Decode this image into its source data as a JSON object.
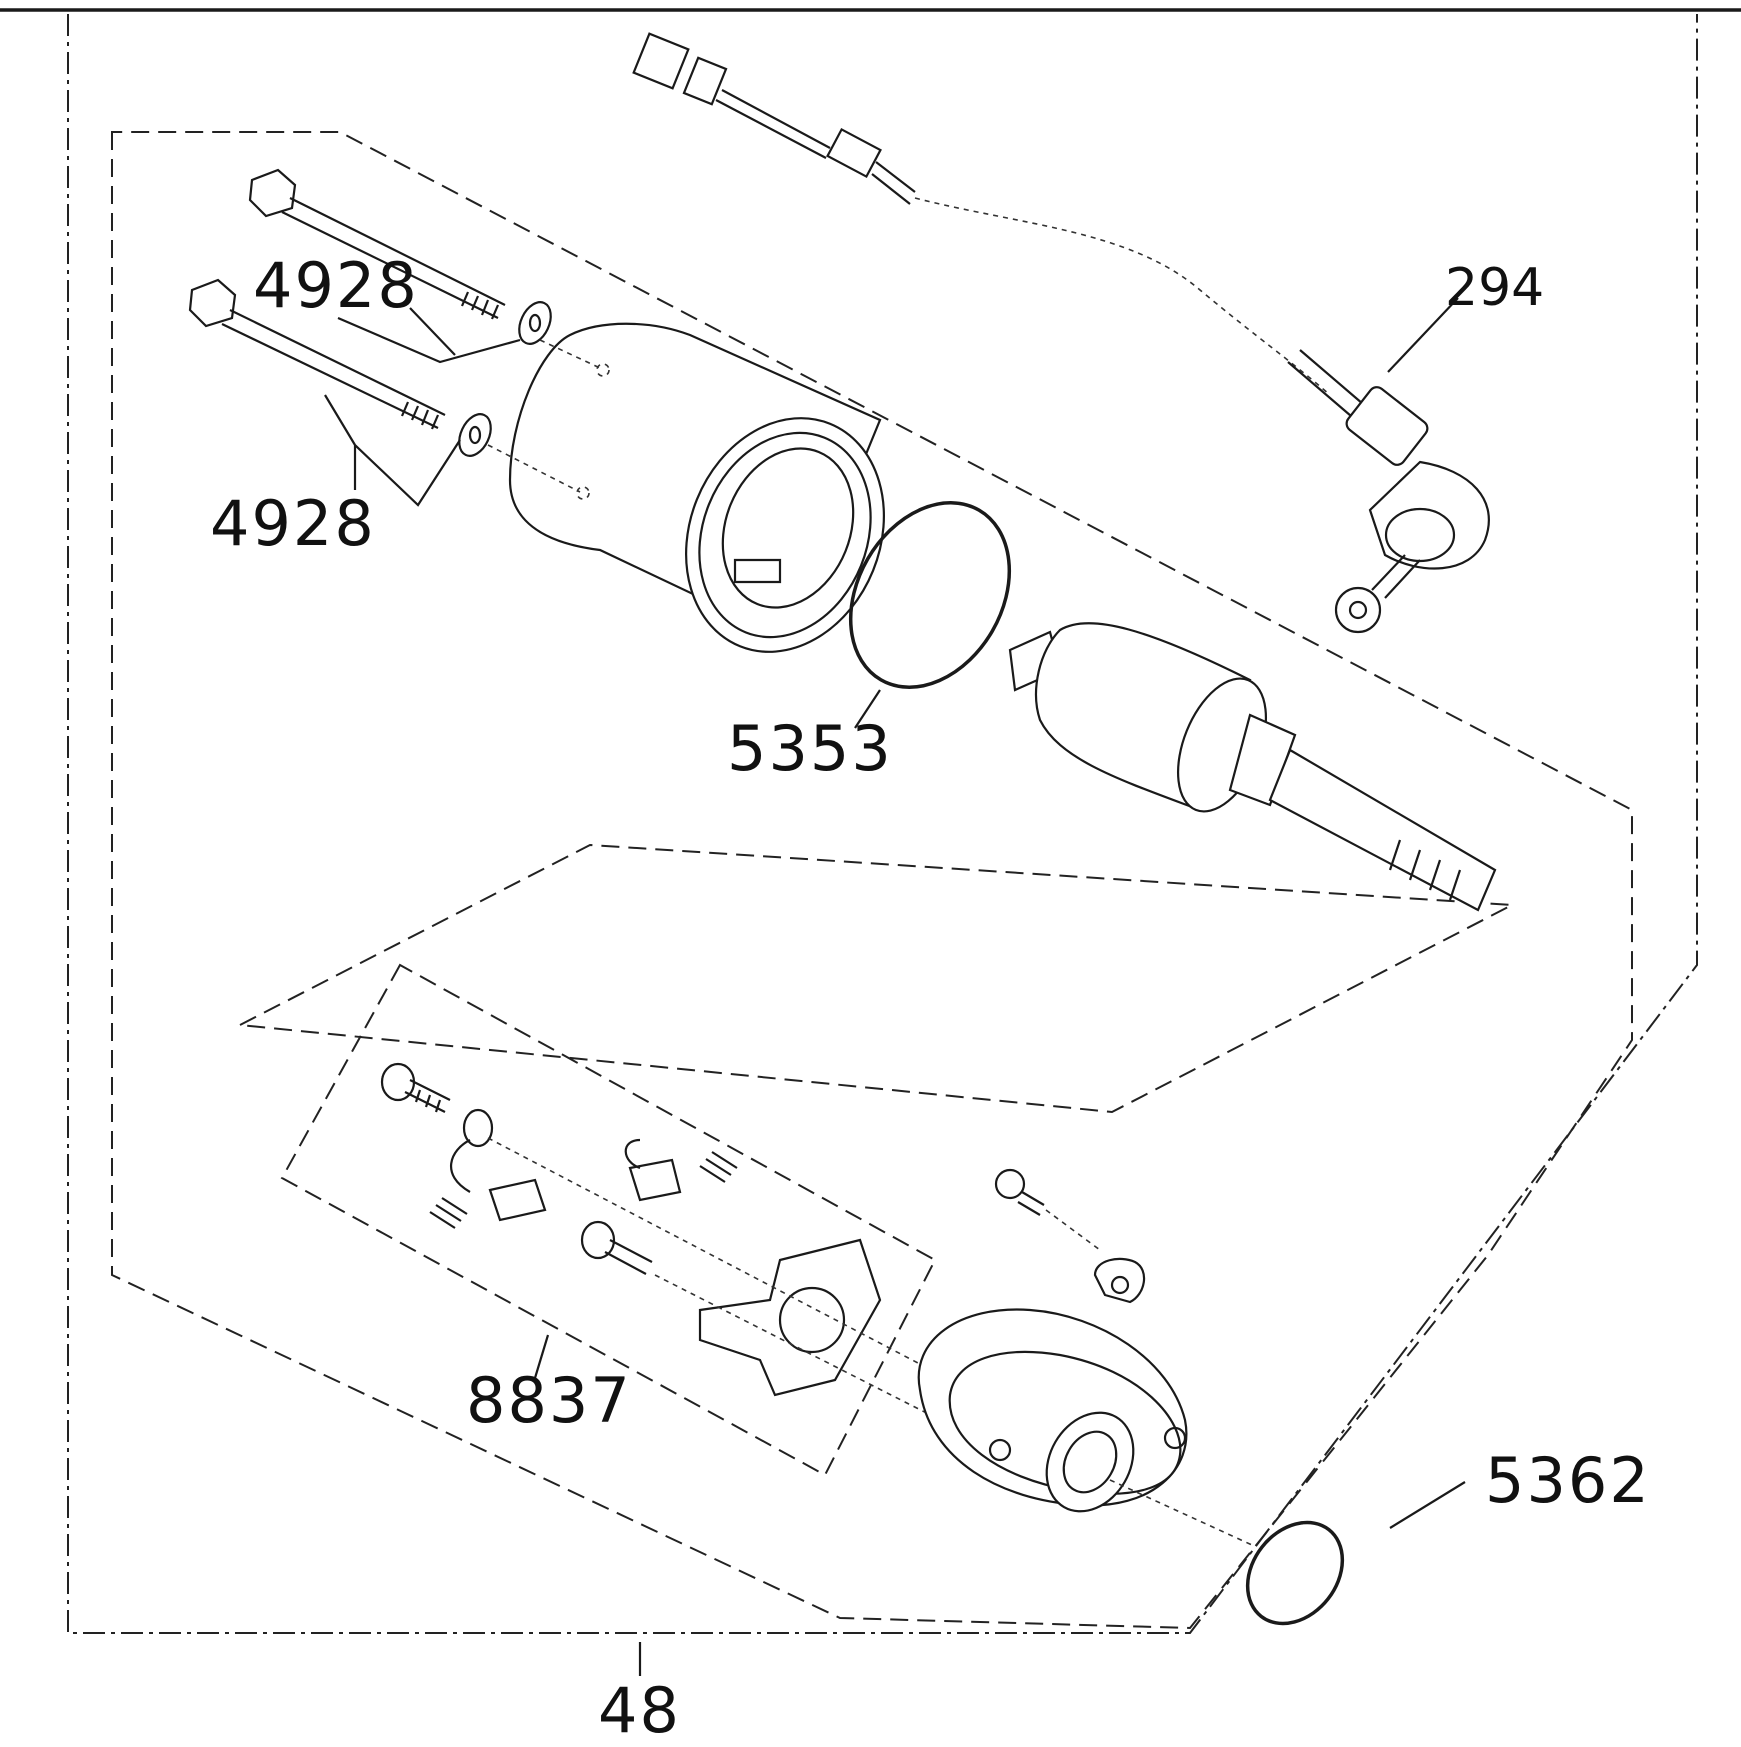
{
  "diagram": {
    "callouts": [
      {
        "id": "wire-lead",
        "label": "294"
      },
      {
        "id": "bolt-upper",
        "label": "4928"
      },
      {
        "id": "bolt-lower",
        "label": "4928"
      },
      {
        "id": "o-ring-large",
        "label": "5353"
      },
      {
        "id": "brush-set",
        "label": "8837"
      },
      {
        "id": "o-ring-small",
        "label": "5362"
      },
      {
        "id": "starter-assembly",
        "label": "48"
      }
    ]
  }
}
